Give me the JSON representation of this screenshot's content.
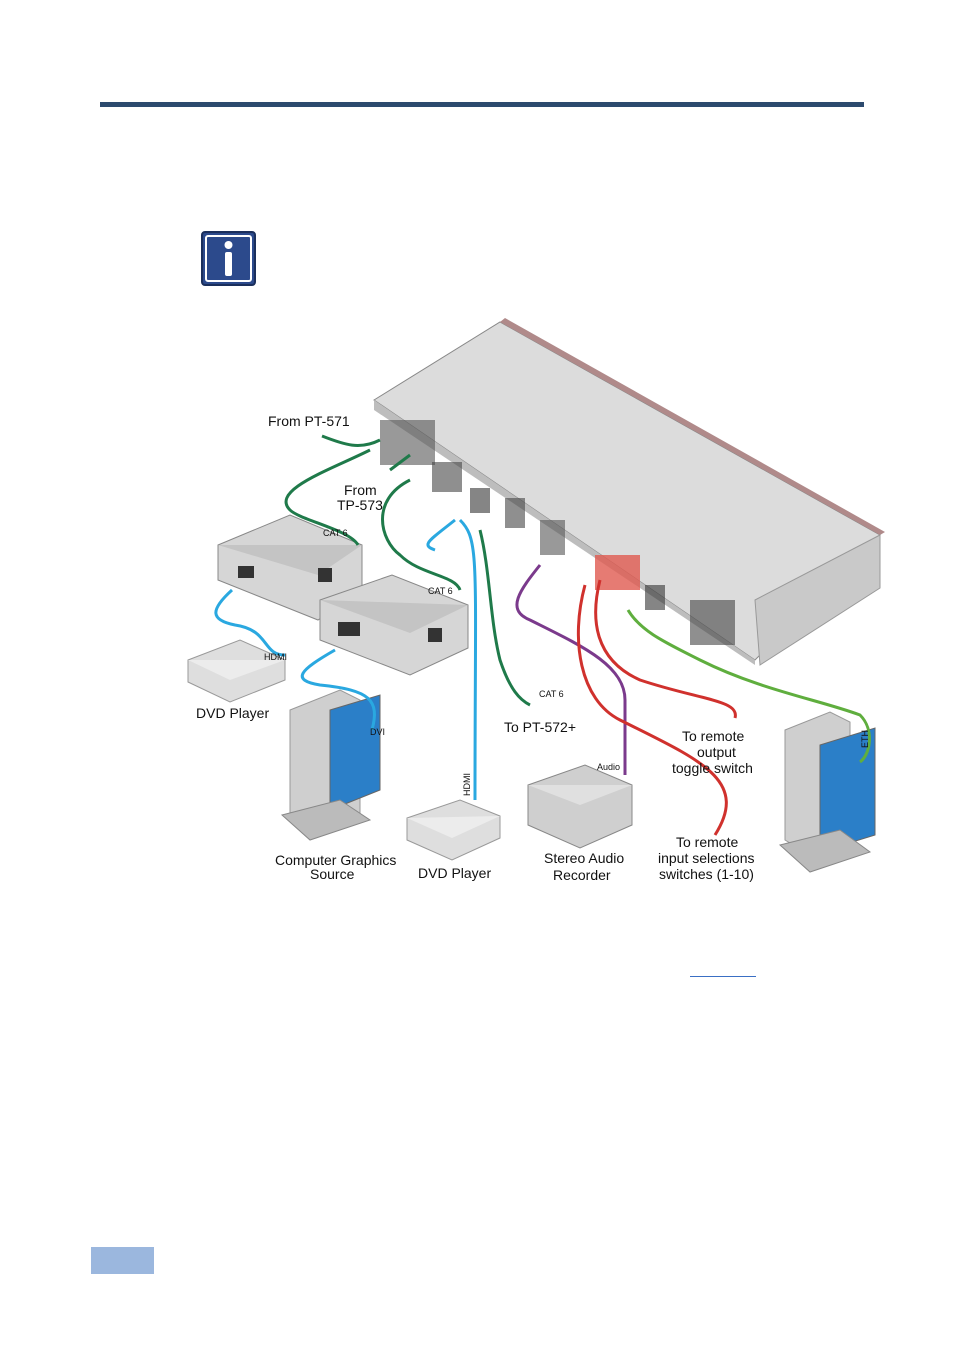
{
  "diagram": {
    "labels": {
      "from_pt571": "From PT-571",
      "from_tp573_l1": "From",
      "from_tp573_l2": "TP-573",
      "cat6_a": "CAT 6",
      "cat6_b": "CAT 6",
      "cat6_c": "CAT 6",
      "hdmi_a": "HDMI",
      "hdmi_b": "HDMI",
      "dvi": "DVI",
      "audio": "Audio",
      "eth": "ETH",
      "dvd_player_a": "DVD Player",
      "dvd_player_b": "DVD Player",
      "cg_source_l1": "Computer Graphics",
      "cg_source_l2": "Source",
      "to_pt572": "To PT-572+",
      "stereo_l1": "Stereo Audio",
      "stereo_l2": "Recorder",
      "toggle_l1": "To remote",
      "toggle_l2": "output",
      "toggle_l3": "toggle switch",
      "inputs_l1": "To remote",
      "inputs_l2": "input selections",
      "inputs_l3": "switches (1-10)"
    },
    "colors": {
      "cat6": "#1f7a4a",
      "hdmi": "#2aa8e0",
      "audio": "#7b3a8c",
      "control": "#d0312d",
      "eth": "#5fae3e"
    }
  }
}
